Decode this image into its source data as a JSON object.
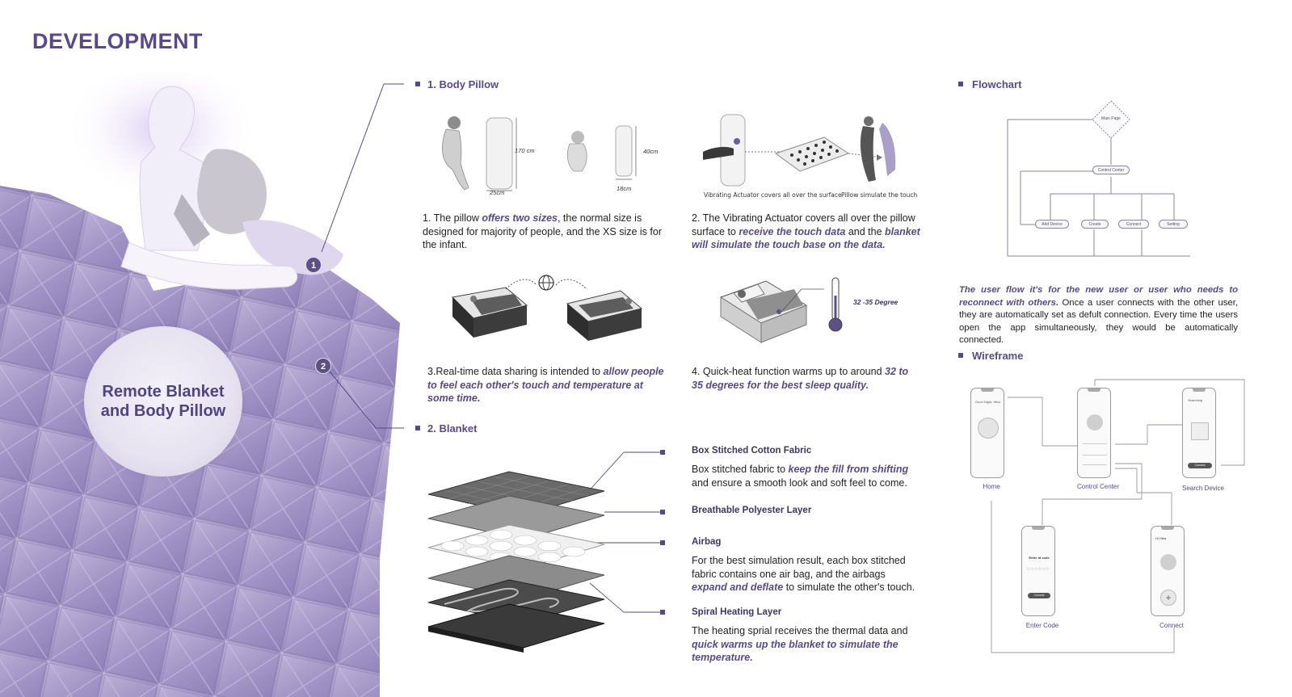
{
  "title": "DEVELOPMENT",
  "hero": {
    "label_line1": "Remote Blanket",
    "label_line2": "and Body Pillow",
    "badge1": "1",
    "badge2": "2"
  },
  "body_pillow": {
    "heading": "1. Body Pillow",
    "dims": {
      "adult_height": "170 cm",
      "adult_width": "25cm",
      "infant_height": "40cm",
      "infant_width": "18cm"
    },
    "cap_actuator": "Vibrating Actuator covers all over the surface",
    "cap_pillow": "Pillow simulate the touch",
    "temp_label": "32 -35 Degree",
    "p1_a": "1. The pillow ",
    "p1_em": "offers two sizes",
    "p1_b": ", the normal size is designed for majority of people, and the XS size is for the infant.",
    "p2_a": "2. The Vibrating Actuator covers all over the pillow surface to ",
    "p2_em1": "receive the touch data",
    "p2_b": " and the ",
    "p2_em2": "blanket will simulate the touch base on the data.",
    "p3_a": "3.Real-time data sharing is intended to ",
    "p3_em": "allow people to feel each other's touch and temperature at some time.",
    "p4_a": "4. Quick-heat function warms up to around ",
    "p4_em": "32 to 35 degrees for the best sleep quality."
  },
  "blanket": {
    "heading": "2. Blanket",
    "layers": [
      {
        "title": "Box Stitched Cotton Fabric",
        "text_a": "Box stitched fabric to ",
        "text_em": "keep the fill from shifting",
        "text_b": " and ensure a smooth look and soft feel to come."
      },
      {
        "title": "Breathable Polyester Layer"
      },
      {
        "title": "Airbag",
        "text_a": "For the best simulation result, each box stitched fabric contains one air bag, and the airbags ",
        "text_em": "expand and deflate",
        "text_b": " to simulate the other's touch."
      },
      {
        "title": "Spiral Heating Layer",
        "text_a": "The heating sprial receives the thermal data and ",
        "text_em": "quick warms up the blanket to simulate the temperature.",
        "text_b": ""
      }
    ]
  },
  "flowchart": {
    "heading": "Flowchart",
    "nodes": [
      "Main Page",
      "Control Center",
      "Add Device",
      "Create",
      "Connect",
      "Setting"
    ],
    "desc_em": "The user flow it's for the new user or user who needs to reconnect with others.",
    "desc_b": " Once a user connects with the other user, they are automatically set as defult connection. Every time the users open the app simultaneously, they would be automatically connected."
  },
  "wireframe": {
    "heading": "Wireframe",
    "screens": [
      "Home",
      "Control Center",
      "Search Device",
      "Enter Code",
      "Connect"
    ],
    "home_greeting": "Good Night, Hiba",
    "search_title": "Searching",
    "enter_code_title": "Enter Id code",
    "connect_title": "Hi Hiba",
    "buttons": {
      "connect": "Connect",
      "enter": "Connect"
    }
  },
  "colors": {
    "accent": "#574a87",
    "blanket": "#a99bc7",
    "text": "#222222"
  }
}
